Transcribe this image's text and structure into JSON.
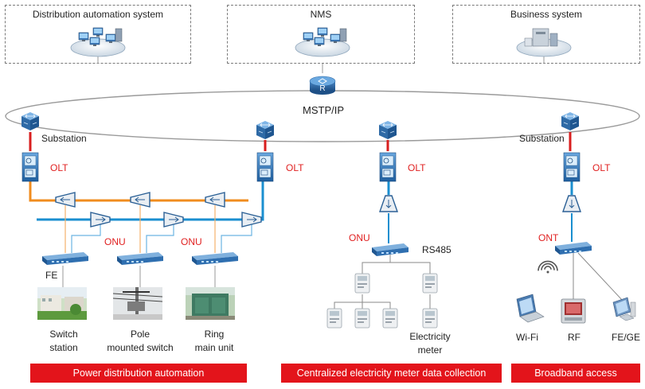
{
  "systems": {
    "das": "Distribution automation system",
    "nms": "NMS",
    "bss": "Business system"
  },
  "network": {
    "core": "MSTP/IP",
    "router_mark": "R"
  },
  "labels": {
    "substation_left": "Substation",
    "substation_right": "Substation",
    "olt1": "OLT",
    "olt2": "OLT",
    "olt3": "OLT",
    "olt4": "OLT",
    "onu1": "ONU",
    "onu2": "ONU",
    "onu3": "ONU",
    "ont": "ONT",
    "fe": "FE",
    "rs485": "RS485"
  },
  "endpoints": {
    "switch_station": [
      "Switch",
      "station"
    ],
    "pole_switch": [
      "Pole",
      "mounted switch"
    ],
    "ring_main": [
      "Ring",
      "main unit"
    ],
    "electricity_meter": [
      "Electricity",
      "meter"
    ],
    "wifi": "Wi-Fi",
    "rf": "RF",
    "fe_ge": "FE/GE"
  },
  "sections": {
    "power": "Power distribution automation",
    "meter": "Centralized electricity meter data collection",
    "broadband": "Broadband access"
  },
  "colors": {
    "red_bar": "#e3141b",
    "red_text": "#e02020",
    "orange_fiber": "#f08c1e",
    "blue_fiber": "#1a8fd0",
    "red_link": "#d81e1e",
    "device_blue": "#2f6fb0"
  }
}
